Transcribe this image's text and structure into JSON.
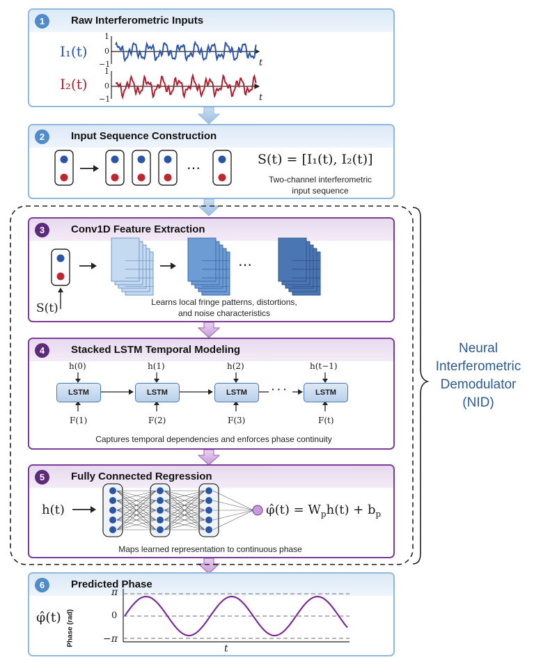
{
  "panels": [
    {
      "num": "1",
      "title": "Raw Interferometric Inputs"
    },
    {
      "num": "2",
      "title": "Input Sequence Construction"
    },
    {
      "num": "3",
      "title": "Conv1D Feature Extraction"
    },
    {
      "num": "4",
      "title": "Stacked LSTM Temporal Modeling"
    },
    {
      "num": "5",
      "title": "Fully Connected Regression"
    },
    {
      "num": "6",
      "title": "Predicted Phase"
    }
  ],
  "inputs": {
    "i1_label": "I₁(t)",
    "i2_label": "I₂(t)",
    "tick_pos": "1",
    "tick_zero": "0",
    "tick_neg": "−1",
    "axis": "t",
    "i1_color": "#2b55a8",
    "i2_color": "#b01e2c"
  },
  "sequence": {
    "formula": "S(t) = [I₁(t), I₂(t)]",
    "ellipsis": "⋯",
    "caption_line1": "Two-channel interferometric",
    "caption_line2": "input sequence"
  },
  "conv": {
    "input_label": "S(t)",
    "ellipsis": "⋯",
    "caption_line1": "Learns local fringe patterns, distortions,",
    "caption_line2": "and noise characteristics"
  },
  "lstm": {
    "cell_label": "LSTM",
    "cells": [
      {
        "h": "h(0)",
        "f": "F(1)"
      },
      {
        "h": "h(1)",
        "f": "F(2)"
      },
      {
        "h": "h(2)",
        "f": "F(3)"
      },
      {
        "h": "h(t−1)",
        "f": "F(t)"
      }
    ],
    "dots": "· · ·",
    "caption": "Captures temporal dependencies and enforces phase continuity"
  },
  "regression": {
    "input_label": "h(t)",
    "formula_lhs": "φ̂(t) = W",
    "sub_p": "p",
    "formula_mid": "h(t) + b",
    "caption": "Maps learned representation to continuous phase"
  },
  "phase": {
    "label": "φ̂(t)",
    "ylabel": "Phase (rad)",
    "tick_pi": "π",
    "tick_zero": "0",
    "tick_neg_pi": "−π",
    "xlabel": "t",
    "line_color": "#7a2c96"
  },
  "nid": {
    "line1": "Neural",
    "line2": "Interferometric",
    "line3": "Demodulator",
    "line4": "(NID)",
    "color": "#2b5a8c"
  }
}
